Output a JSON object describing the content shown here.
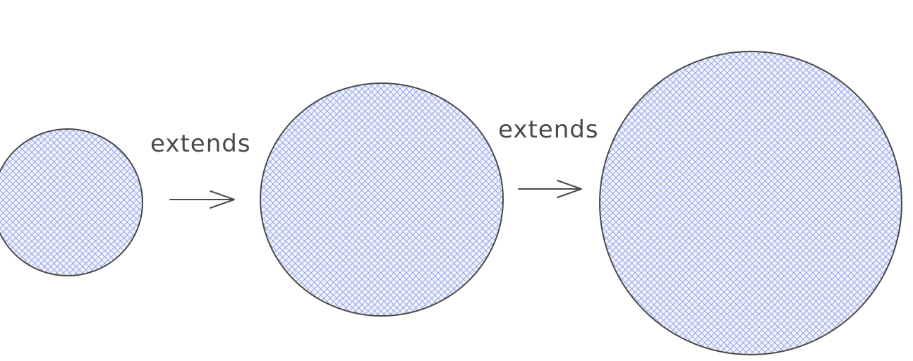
{
  "diagram": {
    "labels": {
      "first_arrow": "extends",
      "second_arrow": "extends"
    },
    "colors": {
      "stroke": "#4a4a4a",
      "hatch": "#98a7e8",
      "fill_background": "#f2f4fd",
      "text": "#4a4a4a",
      "page_background": "#ffffff"
    },
    "shapes": [
      "circle-small",
      "circle-medium",
      "circle-large"
    ]
  }
}
